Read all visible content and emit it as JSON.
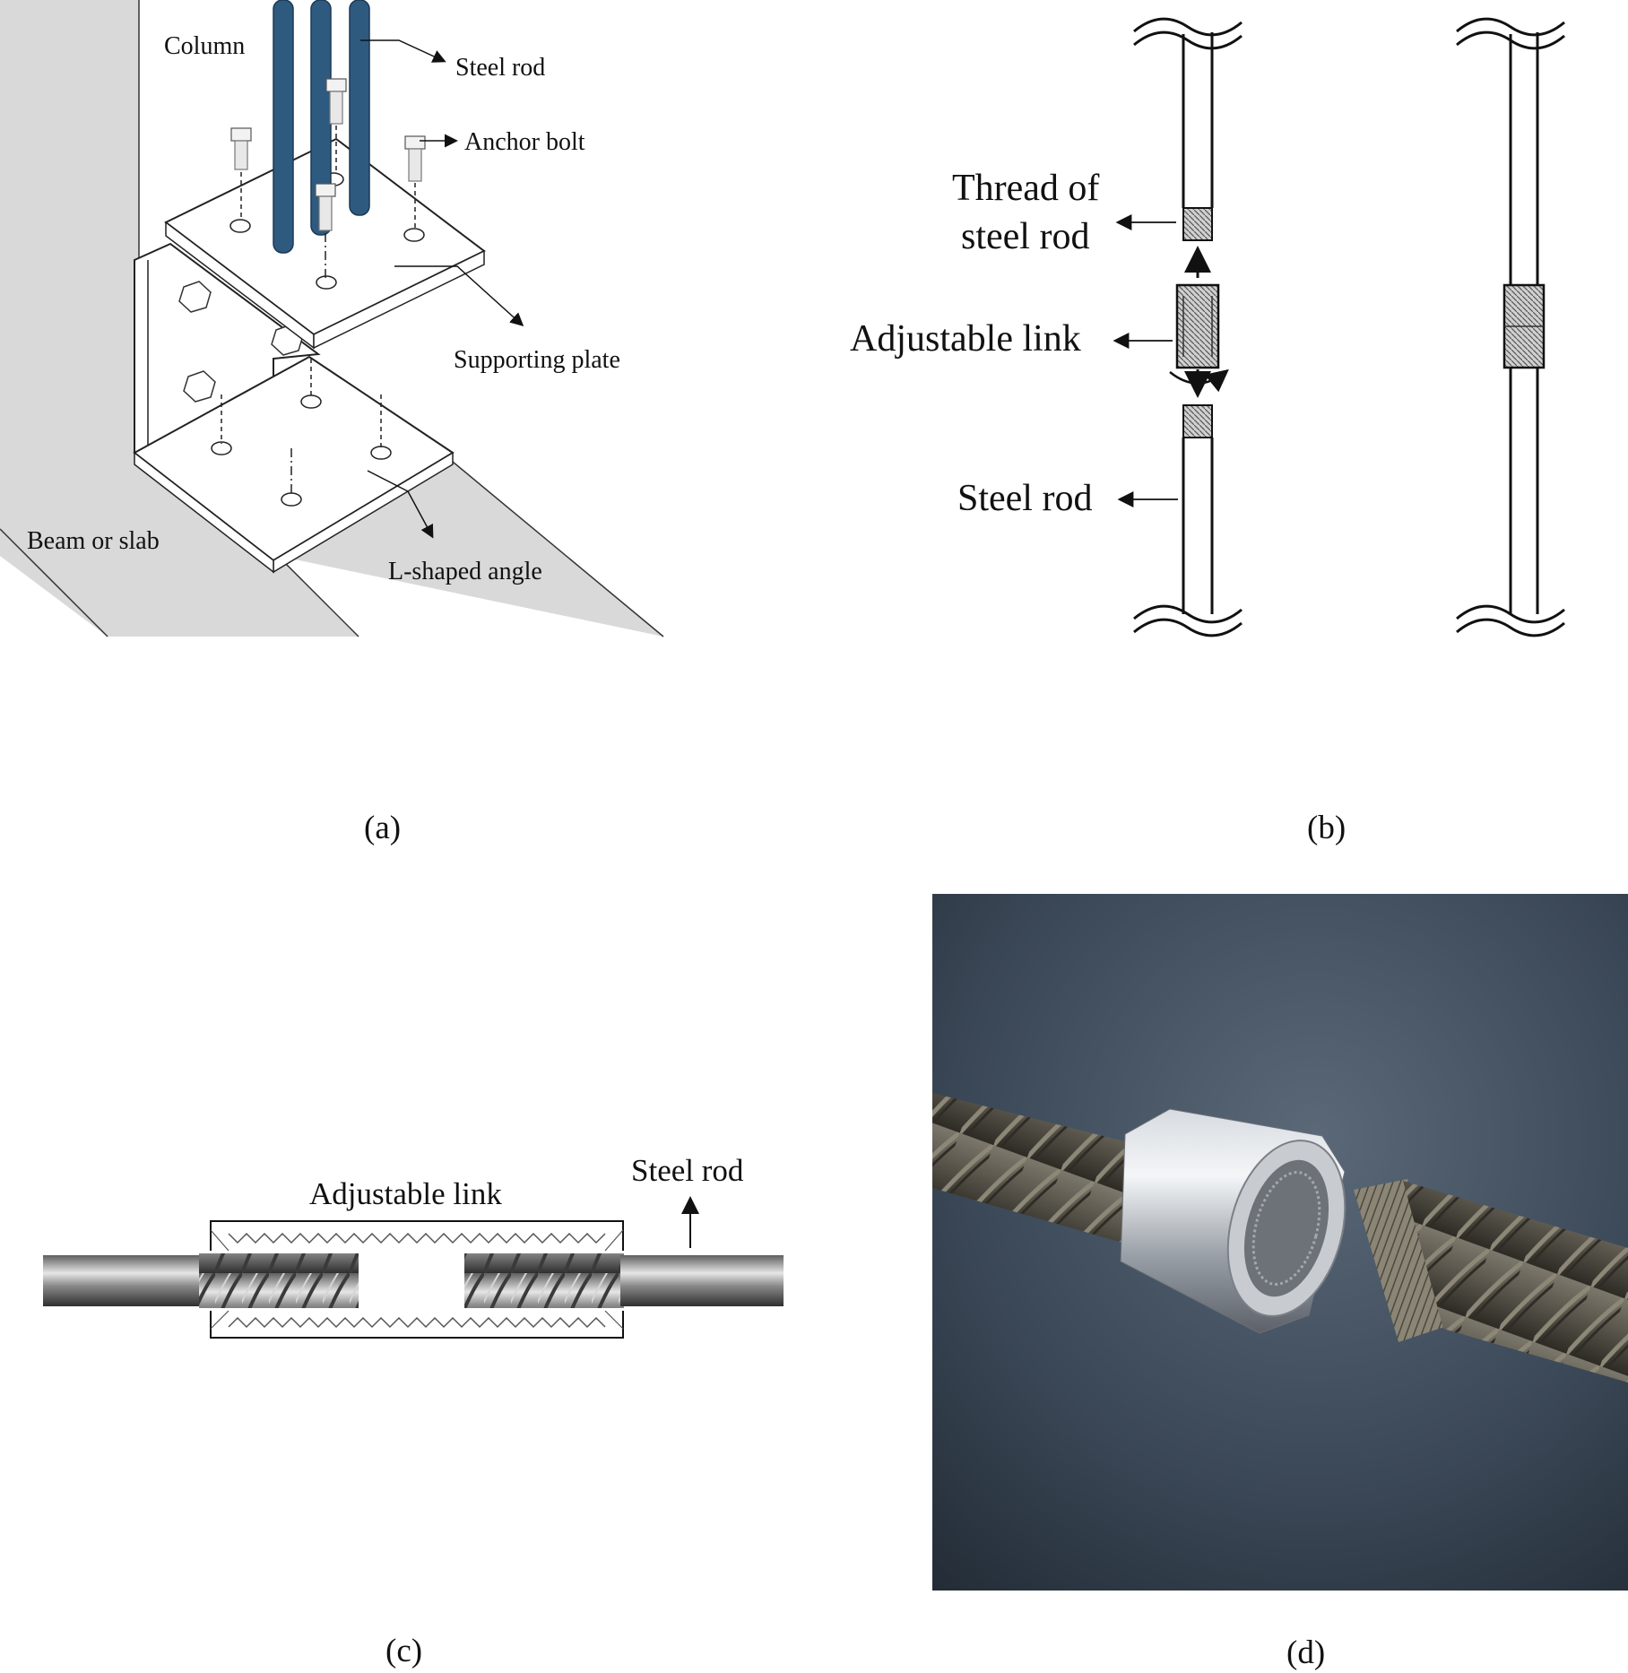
{
  "panel_a": {
    "labels": {
      "column": "Column",
      "steel_rod": "Steel rod",
      "anchor_bolt": "Anchor bolt",
      "supporting_plate": "Supporting plate",
      "beam_or_slab": "Beam or slab",
      "l_shaped_angle": "L-shaped angle"
    },
    "caption": "(a)",
    "colors": {
      "steel_rod": "#2f5a80",
      "wall": "#d9d9d9"
    }
  },
  "panel_b": {
    "labels": {
      "thread_line1": "Thread of",
      "thread_line2": "steel rod",
      "adjustable_link": "Adjustable link",
      "steel_rod": "Steel rod"
    },
    "caption": "(b)"
  },
  "panel_c": {
    "labels": {
      "adjustable_link": "Adjustable  link",
      "steel_rod": "Steel rod"
    },
    "caption": "(c)"
  },
  "panel_d": {
    "caption": "(d)",
    "colors": {
      "background": "#3a4756",
      "coupler": "#b9bec4",
      "rebar": "#5a564c"
    }
  }
}
